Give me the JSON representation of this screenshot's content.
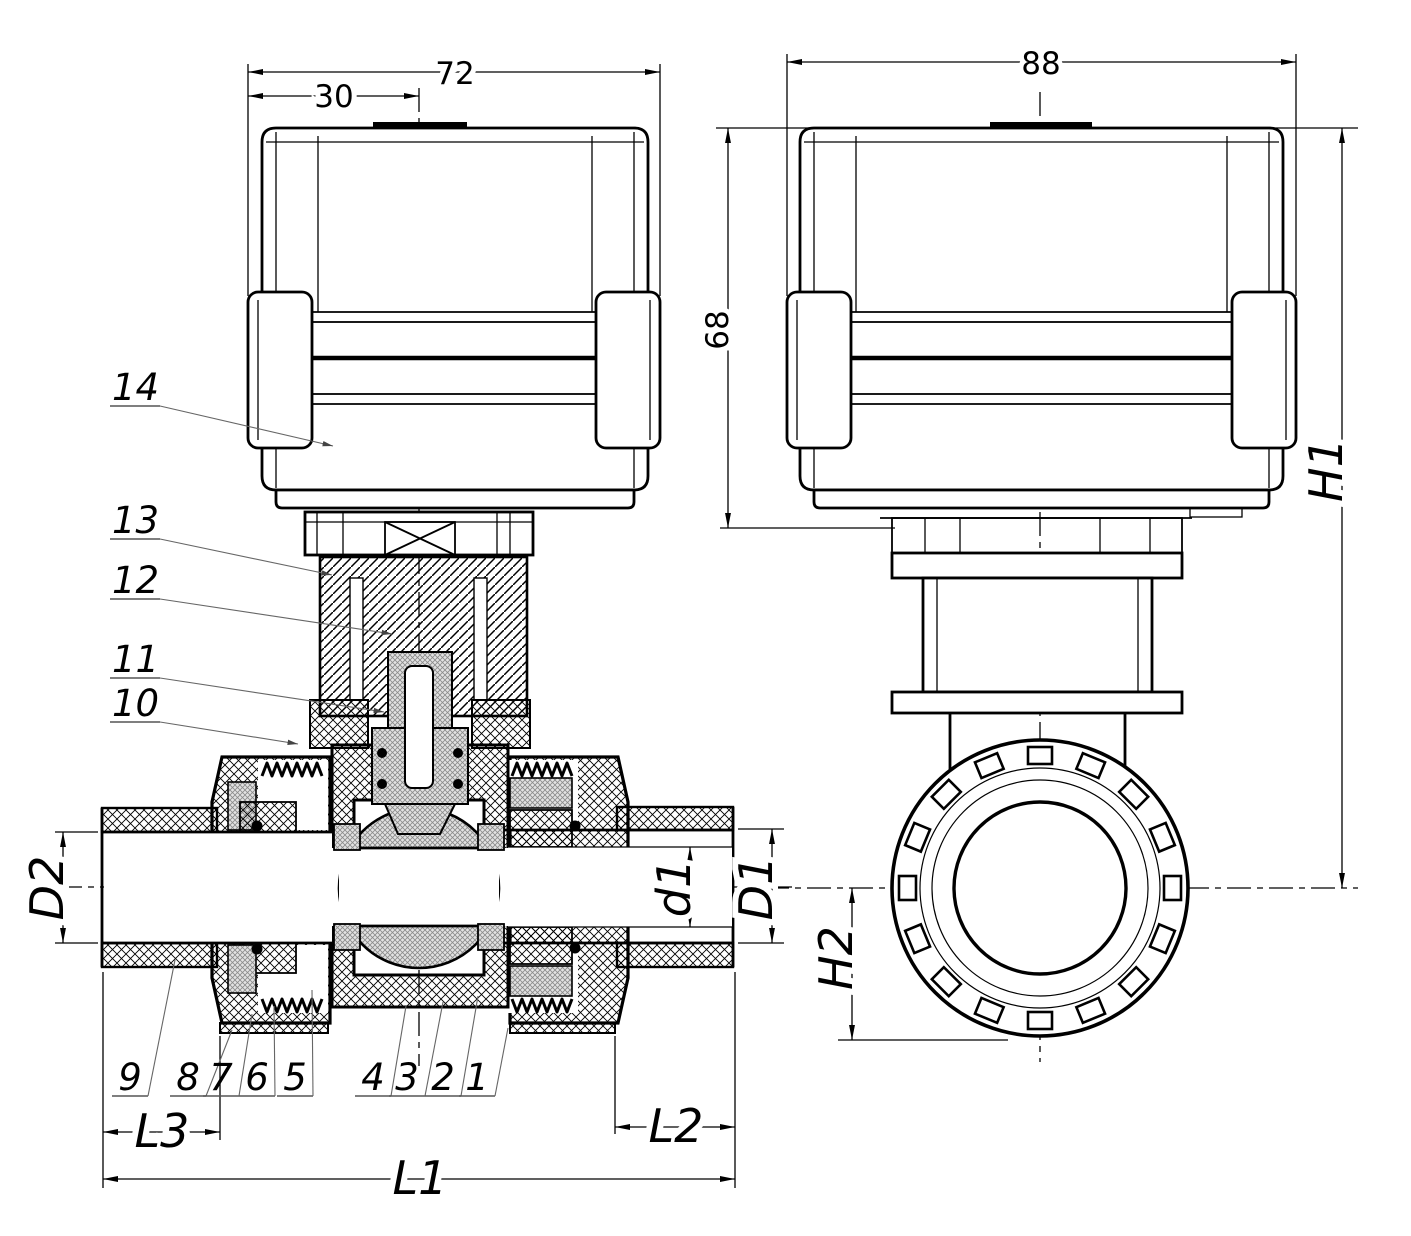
{
  "dimensions": {
    "actuator_width_front": "72",
    "actuator_center_offset": "30",
    "actuator_width_side": "88",
    "actuator_height": "68",
    "total_height": "H1",
    "flange_height": "H2",
    "total_length": "L1",
    "right_port_length": "L2",
    "left_port_length": "L3",
    "right_port_outer_dia": "D1",
    "left_port_dia": "D2",
    "right_port_bore_dia": "d1"
  },
  "part_numbers": {
    "p1": "1",
    "p2": "2",
    "p3": "3",
    "p4": "4",
    "p5": "5",
    "p6": "6",
    "p7": "7",
    "p8": "8",
    "p9": "9",
    "p10": "10",
    "p11": "11",
    "p12": "12",
    "p13": "13",
    "p14": "14"
  },
  "colors": {
    "line": "#000000",
    "leader": "#666666",
    "background": "#ffffff"
  }
}
